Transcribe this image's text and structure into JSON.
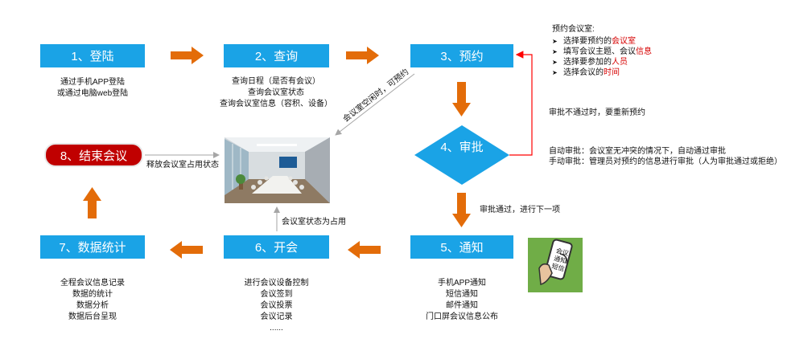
{
  "steps": {
    "login": "1、登陆",
    "query": "2、查询",
    "reserve": "3、预约",
    "review": "4、审批",
    "notify": "5、通知",
    "meeting": "6、开会",
    "stats": "7、数据统计",
    "end": "8、结束会议"
  },
  "login_desc": [
    "通过手机APP登陆",
    "或通过电脑web登陆"
  ],
  "query_desc": [
    "查询日程（是否有会议）",
    "查询会议室状态",
    "查询会议室信息（容积、设备）"
  ],
  "reserve_note": {
    "title": "预约会议室:",
    "items": [
      {
        "pre": "选择要预约的",
        "hl": "会议室"
      },
      {
        "pre": "填写会议主题、会议",
        "hl": "信息"
      },
      {
        "pre": "选择要参加的",
        "hl": "人员"
      },
      {
        "pre": "选择会议的",
        "hl": "时间"
      }
    ]
  },
  "reject_note": "审批不通过时，要重新预约",
  "auto_note": [
    "自动审批：会议室无冲突的情况下，自动通过审批",
    "手动审批：管理员对预约的信息进行审批（人为审批通过或拒绝）"
  ],
  "pass_note": "审批通过，进行下一项",
  "diag_note": "会议室空闲时，可预约",
  "release_note": "释放会议室占用状态",
  "occupy_note": "会议室状态为占用",
  "notify_desc": [
    "手机APP通知",
    "短信通知",
    "邮件通知",
    "门口屏会议信息公布"
  ],
  "meeting_desc": [
    "进行会议设备控制",
    "会议签到",
    "会议投票",
    "会议记录",
    "......"
  ],
  "stats_desc": [
    "全程会议信息记录",
    "数据的统计",
    "数据分析",
    "数据后台呈现"
  ],
  "phone_text": "会议通知短信",
  "colors": {
    "step_blue": "#1aa3e6",
    "arrow_orange": "#e36c09",
    "end_red": "#c00000",
    "return_red": "#ff0000"
  }
}
